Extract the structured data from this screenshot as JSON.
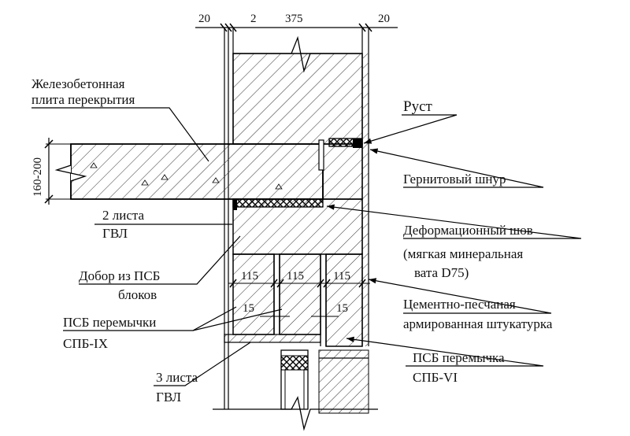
{
  "dimensions": {
    "top": [
      "20",
      "2",
      "375",
      "20"
    ],
    "slab_thickness": "160-200",
    "blocks": [
      "115",
      "115",
      "115"
    ],
    "gaps": [
      "15",
      "15"
    ]
  },
  "labels": {
    "slab_line1": "Железобетонная",
    "slab_line2": "плита перекрытия",
    "rust": "Руст",
    "gernit": "Гернитовый шнур",
    "gvl2_line1": "2 листа",
    "gvl2_line2": "ГВЛ",
    "deform_line1": "Деформационный шов",
    "deform_line2": "(мягкая минеральная",
    "deform_line3": "вата D75)",
    "dobor_line1": "Добор из ПСБ",
    "dobor_line2": "блоков",
    "cement_line1": "Цементно-песчаная",
    "cement_line2": "армированная штукатурка",
    "psb_ix_line1": "ПСБ перемычки",
    "psb_ix_line2": "СПБ-IX",
    "gvl3_line1": "3 листа",
    "gvl3_line2": "ГВЛ",
    "psb_vi_line1": "ПСБ перемычка",
    "psb_vi_line2": "СПБ-VI"
  }
}
